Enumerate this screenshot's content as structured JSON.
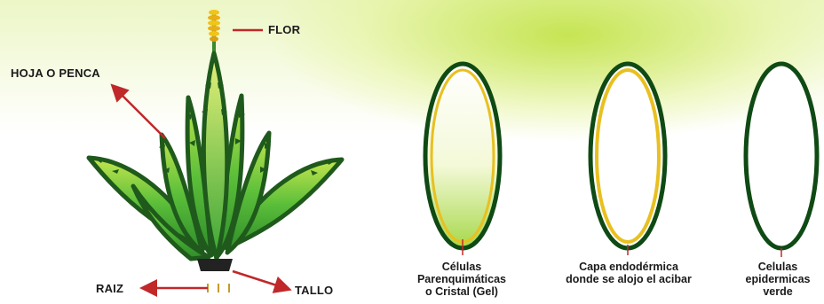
{
  "plant": {
    "labels": {
      "flor": "FLOR",
      "hoja": "HOJA O PENCA",
      "raiz": "RAIZ",
      "tallo": "TALLO"
    }
  },
  "cells": [
    {
      "lines": [
        "Células",
        "Parenquimáticas",
        "o Cristal (Gel)"
      ]
    },
    {
      "lines": [
        "Capa endodérmica",
        "donde se alojo el acibar"
      ]
    },
    {
      "lines": [
        "Celulas",
        "epidermicas",
        "verde"
      ]
    }
  ],
  "colors": {
    "leaf_dark": "#1f5a1c",
    "leaf_mid": "#4caf2f",
    "leaf_light": "#b6df4a",
    "arrow": "#c0282a",
    "flower": "#f0c419",
    "cell_border": "#0f4a14",
    "cell_layer": "#e8c020"
  }
}
